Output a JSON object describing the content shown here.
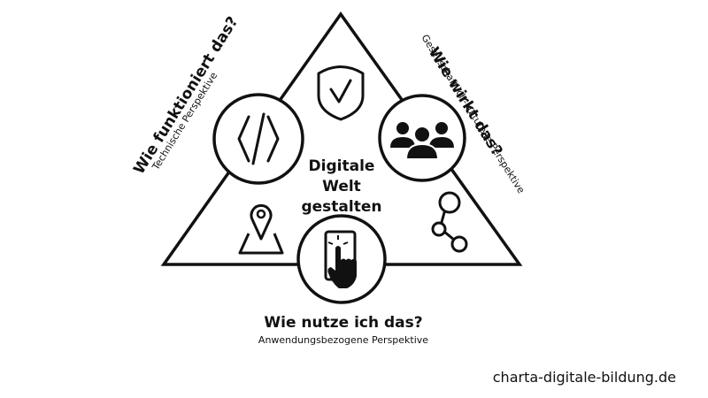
{
  "center": {
    "line1": "Digitale",
    "line2": "Welt",
    "line3": "gestalten"
  },
  "perspectives": {
    "technical": {
      "heading": "Wie funktioniert das?",
      "subtitle": "Technische Perspektive"
    },
    "social": {
      "heading": "Wie wirkt das?",
      "subtitle": "Gesellschaftlich-kulturelle Perspektive"
    },
    "application": {
      "heading": "Wie nutze ich das?",
      "subtitle": "Anwendungsbezogene Perspektive"
    }
  },
  "footer": {
    "source": "charta-digitale-bildung.de"
  },
  "icons": {
    "top": "shield-check-icon",
    "left": "code-brackets-icon",
    "right": "group-people-icon",
    "bottom": "touch-screen-icon",
    "bottom_left": "map-pin-icon",
    "bottom_right": "network-nodes-icon"
  },
  "colors": {
    "stroke": "#111111",
    "background": "#ffffff"
  }
}
